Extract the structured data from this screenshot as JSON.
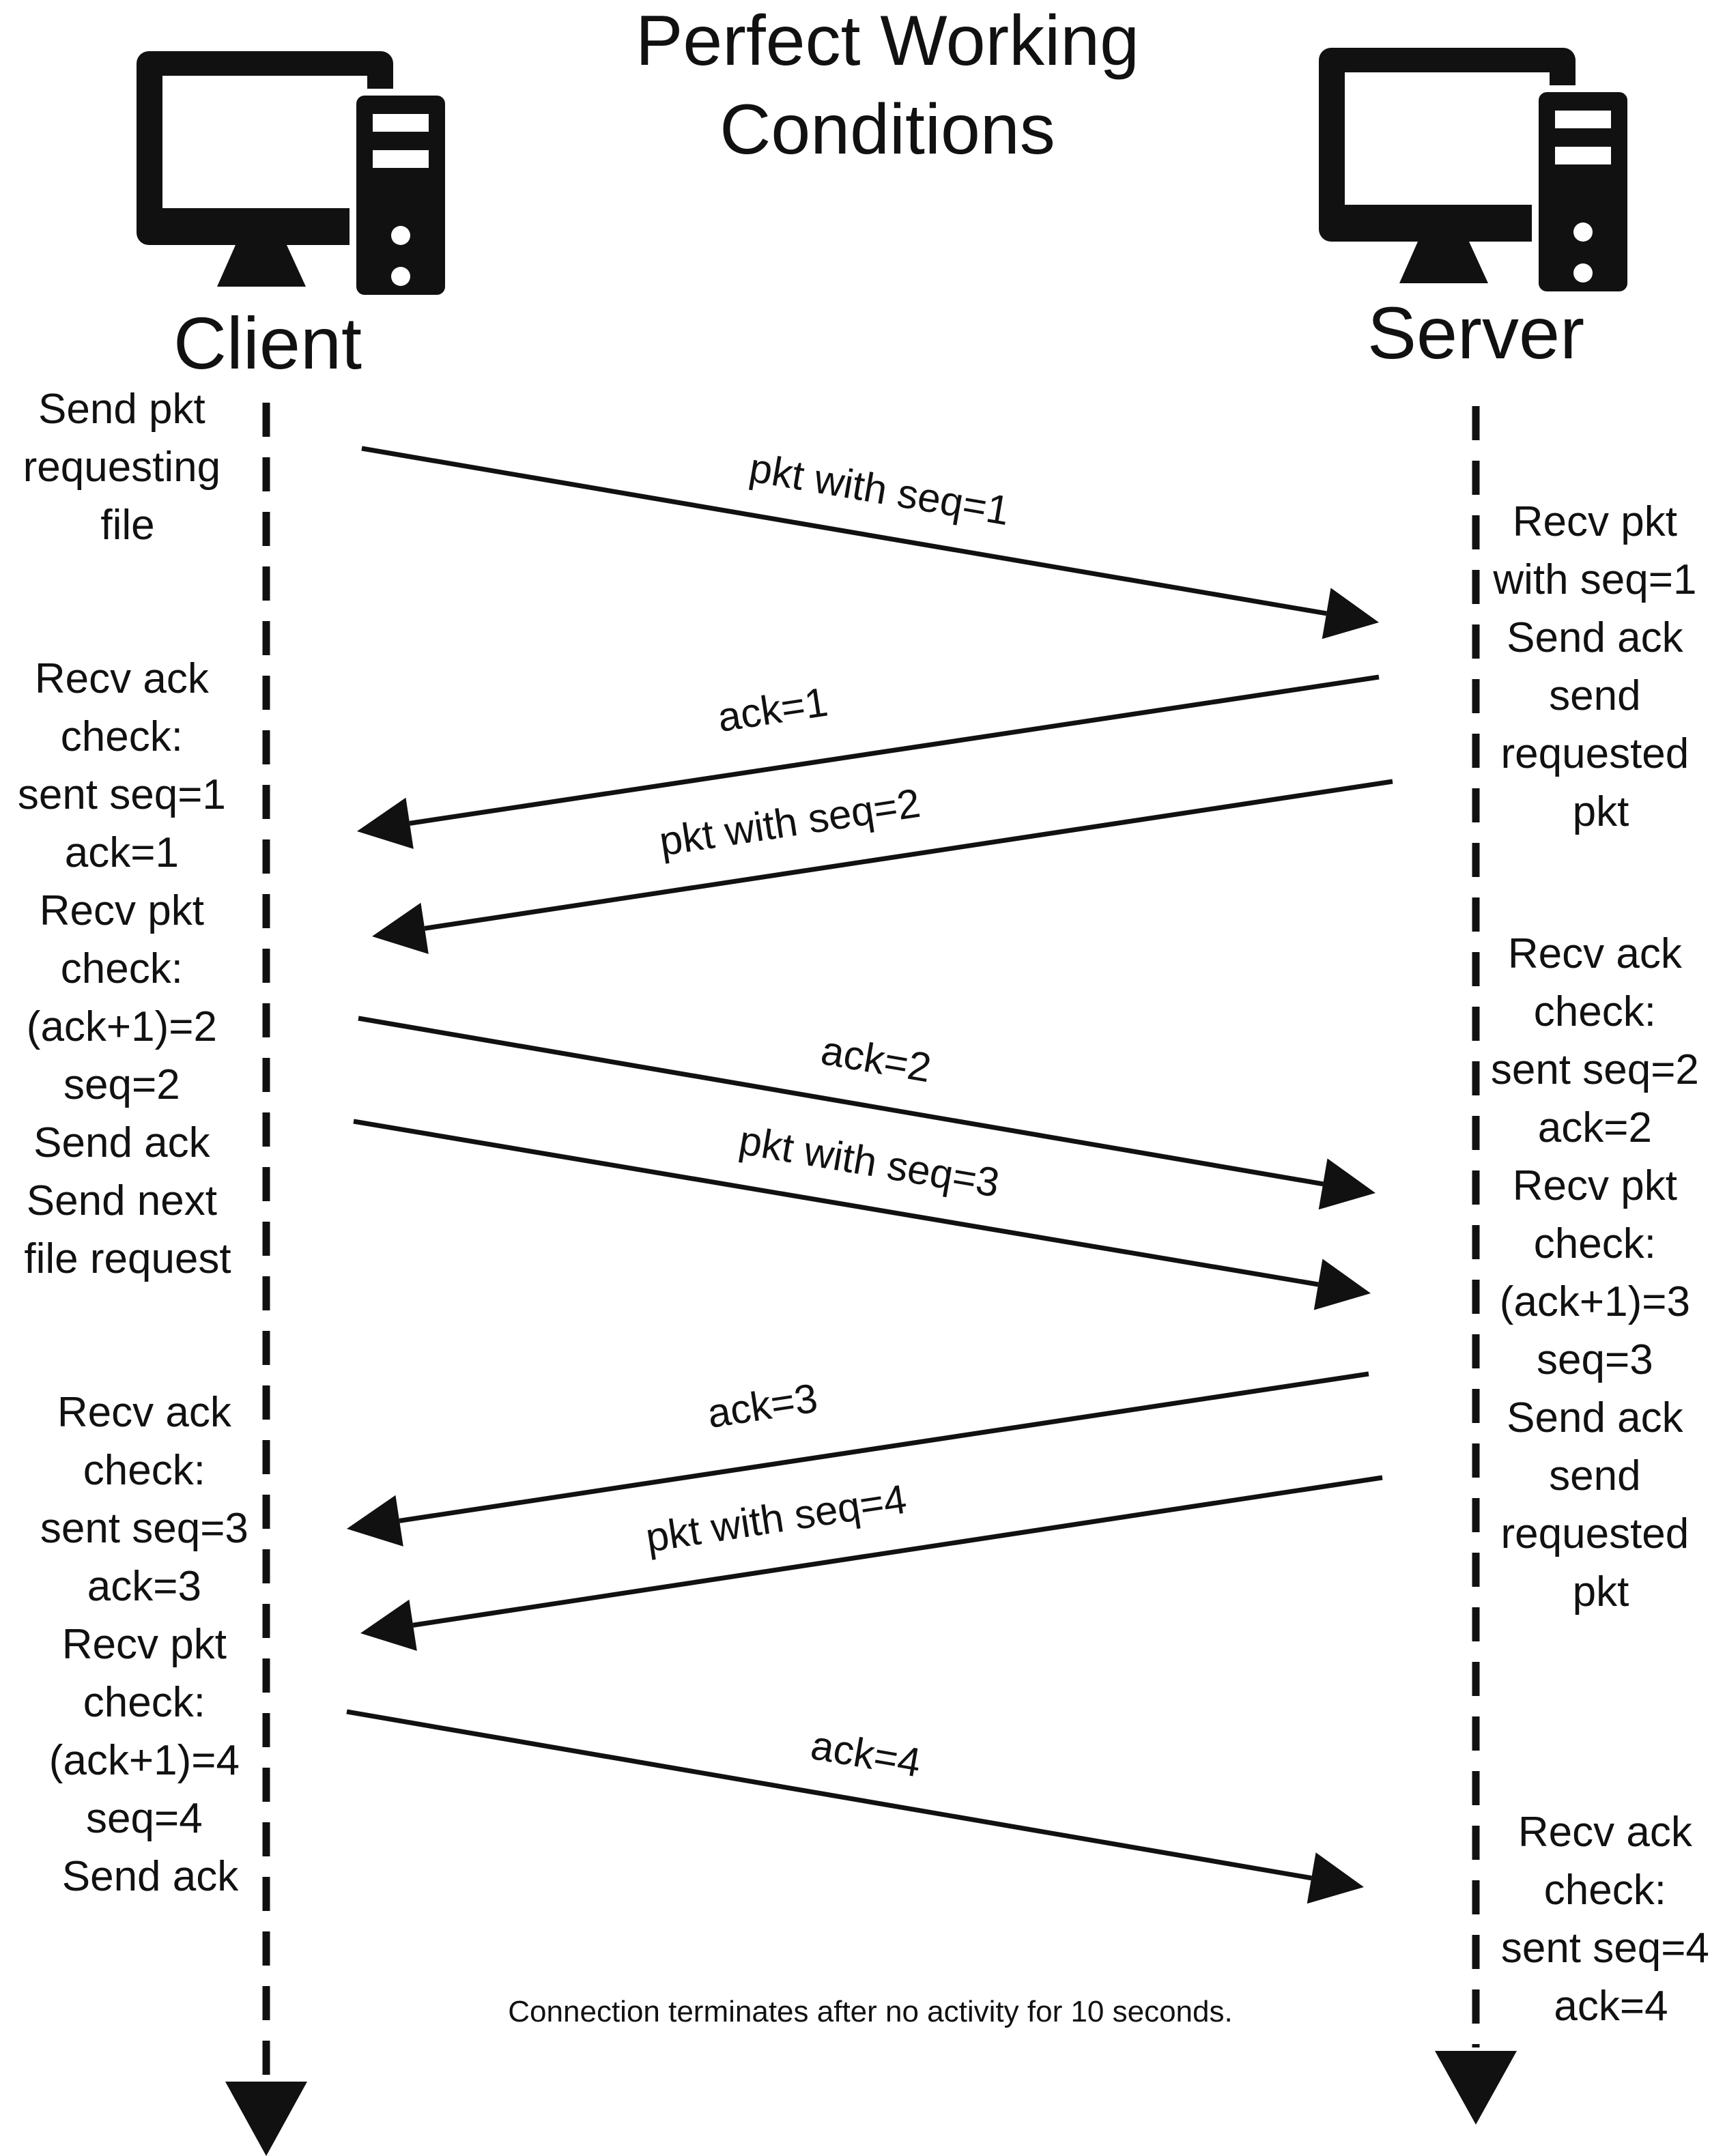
{
  "title": [
    "Perfect Working",
    "Conditions"
  ],
  "client": {
    "label": "Client",
    "icon": "desktop-computer-icon"
  },
  "server": {
    "label": "Server",
    "icon": "desktop-computer-icon"
  },
  "messages": [
    {
      "label": "pkt with seq=1",
      "direction": "client-to-server"
    },
    {
      "label": "ack=1",
      "direction": "server-to-client"
    },
    {
      "label": "pkt with seq=2",
      "direction": "server-to-client"
    },
    {
      "label": "ack=2",
      "direction": "client-to-server"
    },
    {
      "label": "pkt with seq=3",
      "direction": "client-to-server"
    },
    {
      "label": "ack=3",
      "direction": "server-to-client"
    },
    {
      "label": "pkt with seq=4",
      "direction": "server-to-client"
    },
    {
      "label": "ack=4",
      "direction": "client-to-server"
    }
  ],
  "client_notes": [
    [
      "Send pkt",
      "requesting",
      "file"
    ],
    [
      "Recv ack",
      "check:",
      "sent seq=1",
      "ack=1",
      "Recv pkt",
      "check:",
      "(ack+1)=2",
      "seq=2",
      "Send ack",
      "Send next",
      "file request"
    ],
    [
      "Recv ack",
      "check:",
      "sent seq=3",
      "ack=3",
      "Recv pkt",
      "check:",
      "(ack+1)=4",
      "seq=4",
      "Send ack"
    ]
  ],
  "server_notes": [
    [
      "Recv pkt",
      "with seq=1",
      "Send ack",
      "send",
      "requested",
      "pkt"
    ],
    [
      "Recv ack",
      "check:",
      "sent seq=2",
      "ack=2",
      "Recv pkt",
      "check:",
      "(ack+1)=3",
      "seq=3",
      "Send ack",
      "send",
      "requested",
      "pkt"
    ],
    [
      "Recv ack",
      "check:",
      "sent seq=4",
      "ack=4"
    ]
  ],
  "footer": "Connection terminates after no activity for 10 seconds.",
  "colors": {
    "ink": "#111111",
    "background": "#ffffff"
  }
}
